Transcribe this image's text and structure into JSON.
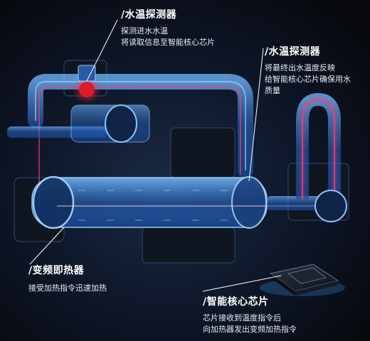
{
  "callouts": {
    "inlet_sensor": {
      "title": "/水温探测器",
      "desc_line1": "探测进水水温",
      "desc_line2": "将读取信息至智能核心芯片"
    },
    "outlet_sensor": {
      "title": "/水温探测器",
      "desc_line1": "将最终出水温度反映",
      "desc_line2": "给智能核心芯片确保用水",
      "desc_line3": "质量"
    },
    "heater": {
      "title": "/变频即热器",
      "desc_line1": "接受加热指令迅速加热"
    },
    "chip": {
      "title": "/智能核心芯片",
      "desc_line1": "芯片接收到温度指令后",
      "desc_line2": "向加热器发出变频加热指令"
    }
  },
  "colors": {
    "background": "#0a0c10",
    "pipe_blue": "#3d8fff",
    "hot_red": "#ff3b6b",
    "text": "#ffffff"
  }
}
